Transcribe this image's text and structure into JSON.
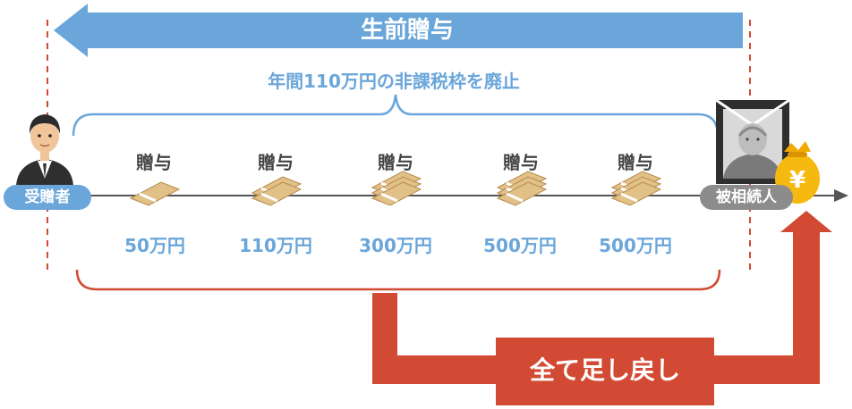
{
  "banner": {
    "label": "生前贈与"
  },
  "bracket": {
    "label": "年間110万円の非課税枠を廃止"
  },
  "parties": {
    "recipient": "受贈者",
    "decedent": "被相続人"
  },
  "gifts": [
    {
      "label": "贈与",
      "amount": "50万円"
    },
    {
      "label": "贈与",
      "amount": "110万円"
    },
    {
      "label": "贈与",
      "amount": "300万円"
    },
    {
      "label": "贈与",
      "amount": "500万円"
    },
    {
      "label": "贈与",
      "amount": "500万円"
    }
  ],
  "return_box": {
    "label": "全て足し戻し"
  },
  "icons": {
    "recipient": "man-in-suit-icon",
    "decedent": "memorial-portrait-icon",
    "money": "cash-bundle-icon",
    "yen": "yen-money-bag-icon"
  },
  "colors": {
    "blue": "#6aa6da",
    "red": "#d24a33",
    "gray": "#8c8c8c",
    "money": "#e2c189"
  }
}
